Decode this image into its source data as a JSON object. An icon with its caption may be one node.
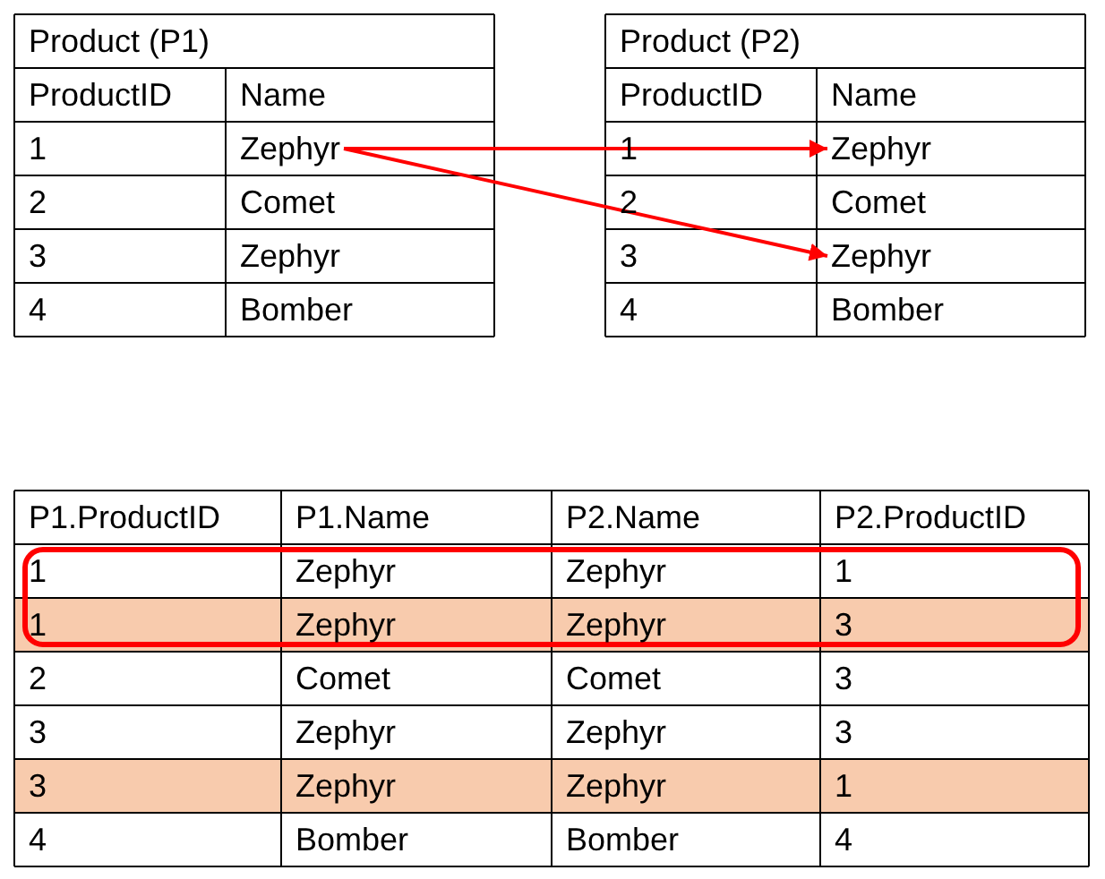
{
  "diagram": {
    "nodes": [
      {
        "text": [
          "Zephyr"
        ]
      },
      {
        "text": [
          "Zephyr"
        ]
      },
      {
        "text": [
          "Zephyr"
        ]
      }
    ],
    "edges": [
      {
        "from": 0,
        "to": 1,
        "arrow": "to"
      },
      {
        "from": 0,
        "to": 2,
        "arrow": "to"
      }
    ],
    "labels": [
      "Product (P1)",
      "ProductID",
      "Name",
      "1",
      "2",
      "Comet",
      "3",
      "Zephyr",
      "4",
      "Bomber",
      "Product (P2)",
      "ProductID",
      "Name",
      "1",
      "2",
      "Comet",
      "3",
      "4",
      "Bomber",
      "P1.ProductID",
      "P1.Name",
      "P2.Name",
      "P2.ProductID",
      "1",
      "Zephyr",
      "Zephyr",
      "1",
      "1",
      "Zephyr",
      "Zephyr",
      "3",
      "2",
      "Comet",
      "Comet",
      "3",
      "3",
      "Zephyr",
      "Zephyr",
      "3",
      "3",
      "Zephyr",
      "Zephyr",
      "1",
      "4",
      "Bomber",
      "Bomber",
      "4"
    ]
  }
}
